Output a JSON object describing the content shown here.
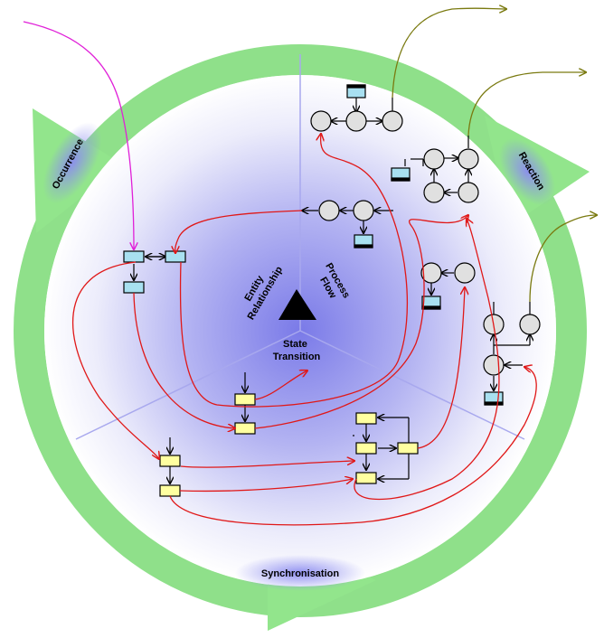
{
  "labels": {
    "entity_relationship_line1": "Entity",
    "entity_relationship_line2": "Relationship",
    "process_flow_line1": "Process",
    "process_flow_line2": "Flow",
    "state_transition_line1": "State",
    "state_transition_line2": "Transition",
    "occurrence": "Occurrence",
    "reaction": "Reaction",
    "synchronisation": "Synchronisation"
  },
  "colors": {
    "ring": "#8fe08a",
    "ring_arrow": "#92e58c",
    "sector_line": "#a8a8ee",
    "center_glow": "#8080ea",
    "link_red": "#e01818",
    "link_magenta": "#e020d8",
    "link_olive": "#7a7a10",
    "place_fill": "#e0e0e0",
    "event_box": "#a8e0f0",
    "state_box": "#ffffa0",
    "label_glow": "#8c8cf0"
  }
}
